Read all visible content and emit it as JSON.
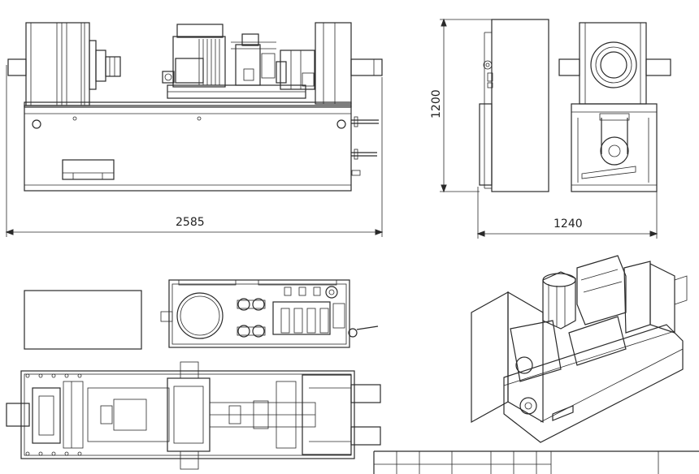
{
  "drawing": {
    "front_view": {
      "width_dimension": "2585"
    },
    "side_view": {
      "height_dimension": "1200",
      "width_dimension": "1240"
    }
  },
  "colors": {
    "line": "#2a2a2a",
    "background": "#ffffff"
  }
}
